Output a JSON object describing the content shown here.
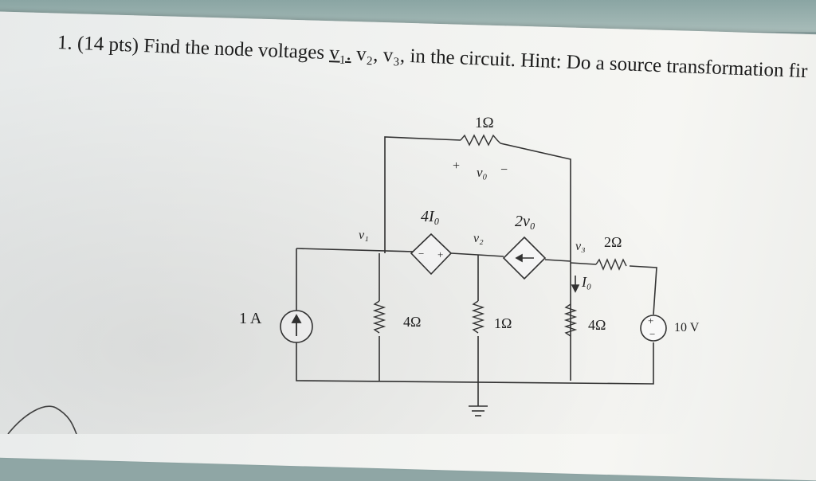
{
  "problem": {
    "number": "1.",
    "points": "(14 pts)",
    "text_a": "Find the node voltages",
    "v1": "v₁.",
    "v2": "v₂,",
    "v3": "v₃,",
    "text_b": "in the circuit.",
    "hint_label": "Hint:",
    "hint_text": "Do a source transformation fir"
  },
  "circuit": {
    "r_top": "1Ω",
    "vo_plus": "+",
    "vo_label": "v₀",
    "vo_minus": "−",
    "dep_src_1": "4I₀",
    "dep_src_2": "2v₀",
    "node_v1": "v₁",
    "node_v2": "v₂",
    "node_v3": "v₃",
    "r_23": "2Ω",
    "current_io": "I₀",
    "src_current": "1 A",
    "r1": "4Ω",
    "r2": "1Ω",
    "r3": "4Ω",
    "src_voltage": "10 V",
    "src_plus": "+",
    "src_minus": "−"
  }
}
